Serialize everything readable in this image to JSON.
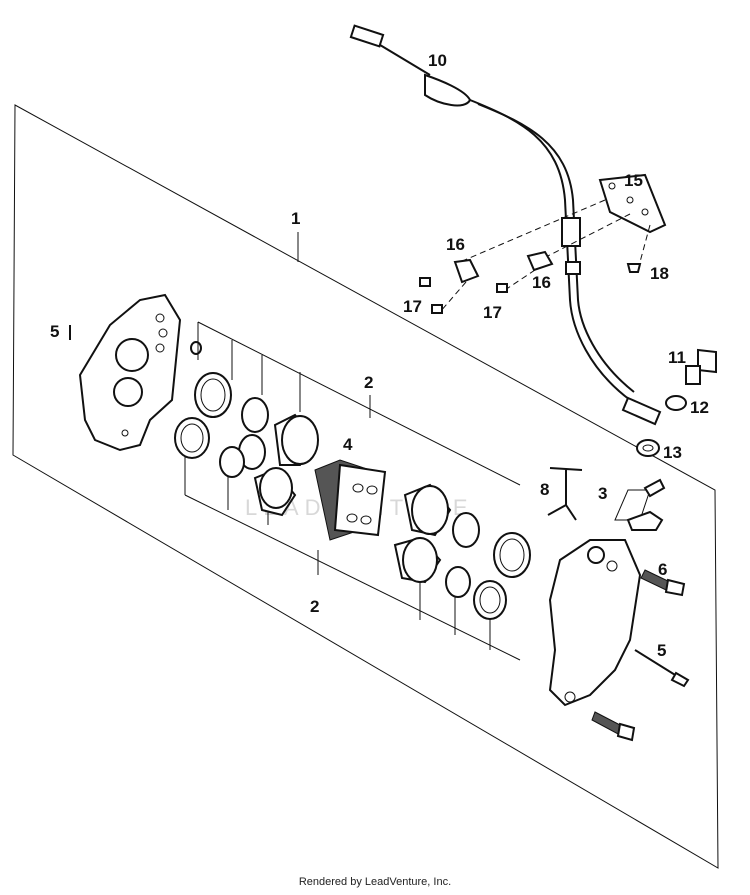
{
  "callouts": {
    "c1": "1",
    "c2a": "2",
    "c2b": "2",
    "c3": "3",
    "c4": "4",
    "c5a": "5",
    "c5b": "5",
    "c6": "6",
    "c8": "8",
    "c10": "10",
    "c11": "11",
    "c12": "12",
    "c13": "13",
    "c15": "15",
    "c16a": "16",
    "c16b": "16",
    "c17a": "17",
    "c17b": "17",
    "c18": "18"
  },
  "watermark": "LEADVENTURE",
  "footer": "Rendered by LeadVenture, Inc."
}
